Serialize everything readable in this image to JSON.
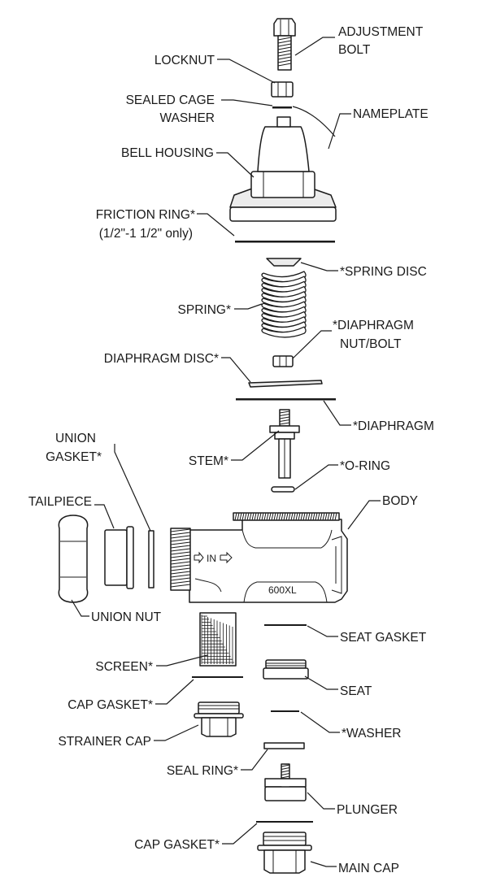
{
  "labels": {
    "adjustment_bolt_1": "ADJUSTMENT",
    "adjustment_bolt_2": "BOLT",
    "locknut": "LOCKNUT",
    "sealed_cage_washer_1": "SEALED CAGE",
    "sealed_cage_washer_2": "WASHER",
    "nameplate": "NAMEPLATE",
    "bell_housing": "BELL HOUSING",
    "friction_ring_1": "FRICTION RING*",
    "friction_ring_2": "(1/2\"-1 1/2\" only)",
    "spring_disc": "*SPRING DISC",
    "spring": "SPRING*",
    "diaphragm_nut_bolt_1": "*DIAPHRAGM",
    "diaphragm_nut_bolt_2": "NUT/BOLT",
    "diaphragm_disc": "DIAPHRAGM DISC*",
    "diaphragm": "*DIAPHRAGM",
    "union_gasket_1": "UNION",
    "union_gasket_2": "GASKET*",
    "stem": "STEM*",
    "o_ring": "*O-RING",
    "tailpiece": "TAILPIECE",
    "body": "BODY",
    "union_nut": "UNION NUT",
    "seat_gasket": "SEAT GASKET",
    "screen": "SCREEN*",
    "seat": "SEAT",
    "cap_gasket_upper": "CAP GASKET*",
    "washer": "*WASHER",
    "strainer_cap": "STRAINER CAP",
    "seal_ring": "SEAL RING*",
    "plunger": "PLUNGER",
    "cap_gasket_lower": "CAP GASKET*",
    "main_cap": "MAIN CAP"
  },
  "body_markings": {
    "flow": "IN",
    "model": "600XL"
  }
}
